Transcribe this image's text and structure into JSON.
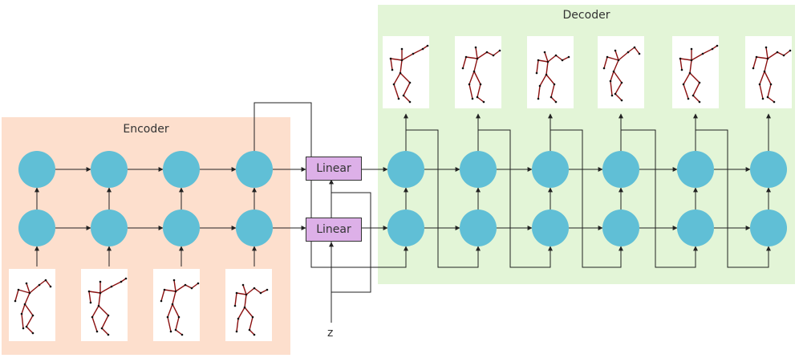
{
  "colors": {
    "encoder_bg": "#fddfcd",
    "decoder_bg": "#e3f5d7",
    "node": "#60bfd6",
    "linear_bg": "#ddb0e8",
    "line": "#222222",
    "bone": "#8b1010",
    "joint": "#111111"
  },
  "encoder": {
    "label": "Encoder"
  },
  "decoder": {
    "label": "Decoder"
  },
  "linear_blocks": [
    {
      "label": "Linear"
    },
    {
      "label": "Linear"
    }
  ],
  "latent": {
    "label": "z"
  }
}
